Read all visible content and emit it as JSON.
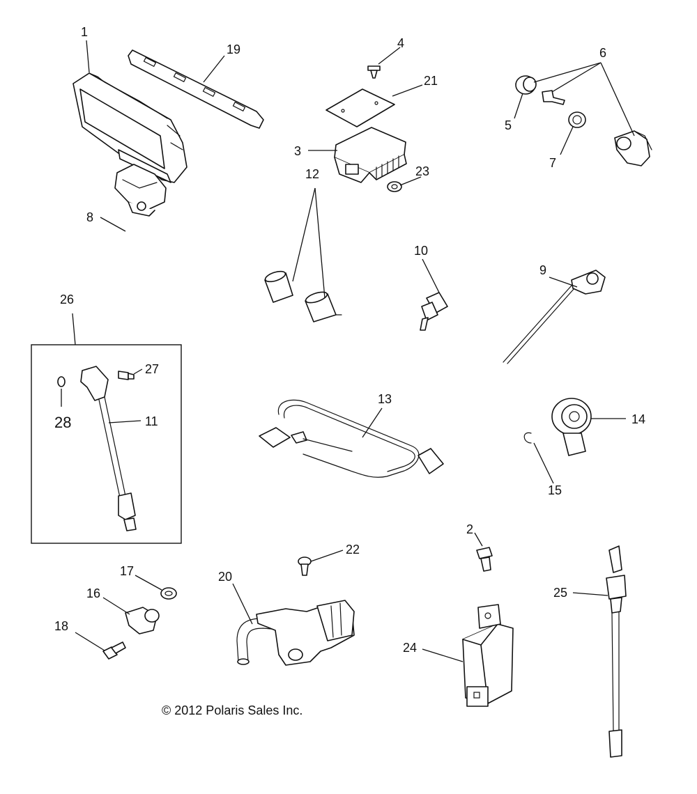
{
  "callouts": {
    "c1": "1",
    "c2": "2",
    "c3": "3",
    "c4": "4",
    "c5": "5",
    "c6": "6",
    "c7": "7",
    "c8": "8",
    "c9": "9",
    "c10": "10",
    "c11": "11",
    "c12": "12",
    "c13": "13",
    "c14": "14",
    "c15": "15",
    "c16": "16",
    "c17": "17",
    "c18": "18",
    "c19": "19",
    "c20": "20",
    "c21": "21",
    "c22": "22",
    "c23": "23",
    "c24": "24",
    "c25": "25",
    "c26": "26",
    "c27": "27",
    "c28": "28"
  },
  "copyright": "© 2012 Polaris Sales Inc.",
  "colors": {
    "line": "#111111",
    "background": "#ffffff"
  }
}
